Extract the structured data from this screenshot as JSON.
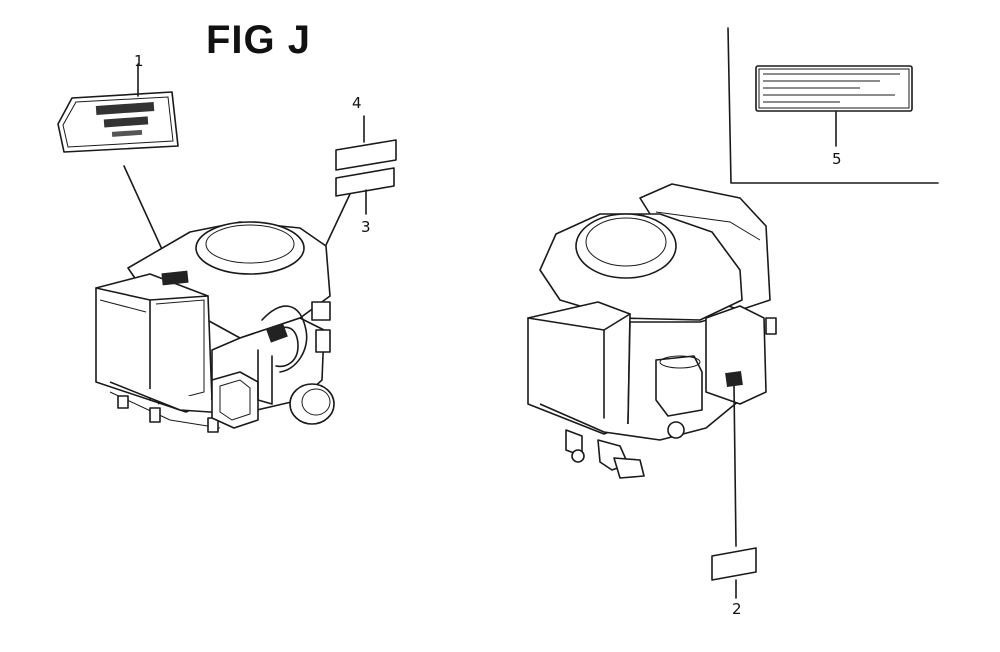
{
  "figure": {
    "title": "FIG J"
  },
  "callouts": [
    {
      "id": "1"
    },
    {
      "id": "2"
    },
    {
      "id": "3"
    },
    {
      "id": "4"
    },
    {
      "id": "5"
    }
  ],
  "colors": {
    "line": "#1a1a1a",
    "background": "#ffffff"
  }
}
